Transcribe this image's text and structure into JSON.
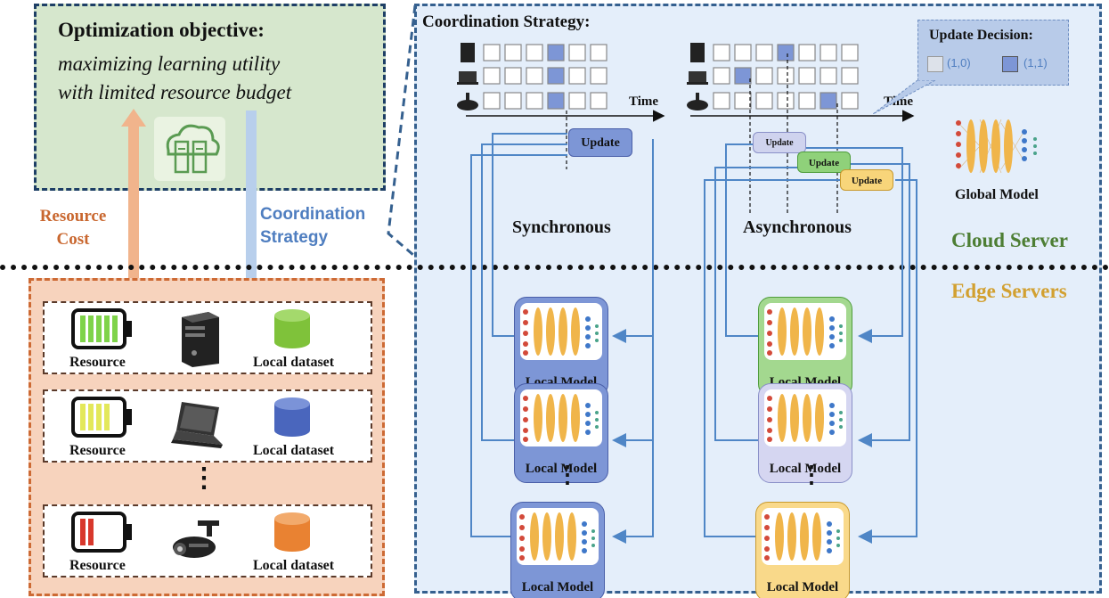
{
  "objective": {
    "title": "Optimization objective:",
    "line1": "maximizing learning utility",
    "line2": "with limited resource budget"
  },
  "arrows": {
    "resource_cost": [
      "Resource",
      "Cost"
    ],
    "coordination_strategy": [
      "Coordination",
      "Strategy"
    ]
  },
  "devices": [
    {
      "resource_label": "Resource",
      "dataset_label": "Local dataset",
      "battery_color": "#7fd34a",
      "dataset_color": "#7fc23a",
      "icon": "server-tower-icon"
    },
    {
      "resource_label": "Resource",
      "dataset_label": "Local dataset",
      "battery_color": "#e3e85a",
      "dataset_color": "#4a66bd",
      "icon": "laptop-icon"
    },
    {
      "resource_label": "Resource",
      "dataset_label": "Local dataset",
      "battery_color": "#d8382c",
      "dataset_color": "#e98232",
      "icon": "camera-icon"
    }
  ],
  "ellipsis": "⋮",
  "cloud": {
    "strategy_title": "Coordination Strategy:",
    "time_label": "Time",
    "update_decision": {
      "title": "Update Decision:",
      "off": "(1,0)",
      "on": "(1,1)"
    },
    "sync_label": "Synchronous",
    "async_label": "Asynchronous",
    "update": "Update",
    "global_model": "Global Model",
    "cloud_server": "Cloud Server",
    "edge_servers": "Edge Servers",
    "local_model": "Local Model"
  },
  "colors": {
    "objective_bg": "#d6e7cd",
    "edge_bg": "#f7d3bd",
    "cloud_bg": "#e4eefa",
    "cloud_server_text": "#4d7e34",
    "edge_servers_text": "#d2a030",
    "resource_cost_text": "#c9672f",
    "coordination_text": "#4f7ec0"
  }
}
